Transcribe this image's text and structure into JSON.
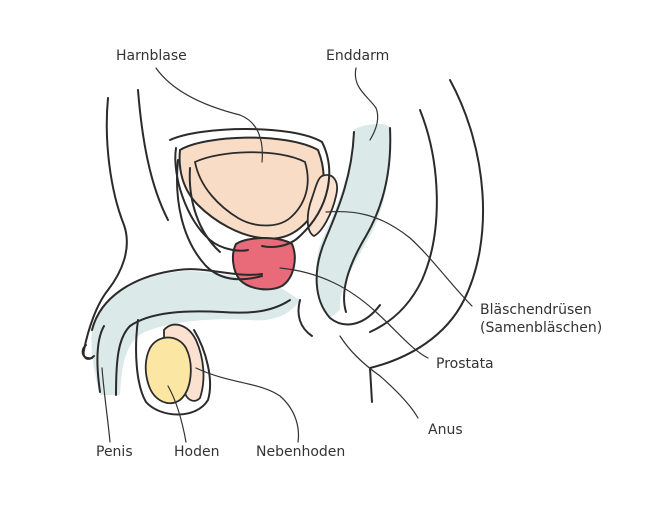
{
  "labels": {
    "harnblase": "Harnblase",
    "enddarm": "Enddarm",
    "blaeschen_line1": "Bläschendrüsen",
    "blaeschen_line2": "(Samenbläschen)",
    "prostata": "Prostata",
    "anus": "Anus",
    "penis": "Penis",
    "hoden": "Hoden",
    "nebenhoden": "Nebenhoden"
  },
  "colors": {
    "outline": "#2b2b2b",
    "bladder": "#f8dcc6",
    "prostate": "#e96a78",
    "urethra_rectum": "#dbe9e9",
    "testis": "#fbe7a3",
    "epididymis": "#fbe1cf",
    "label_text": "#333333"
  }
}
